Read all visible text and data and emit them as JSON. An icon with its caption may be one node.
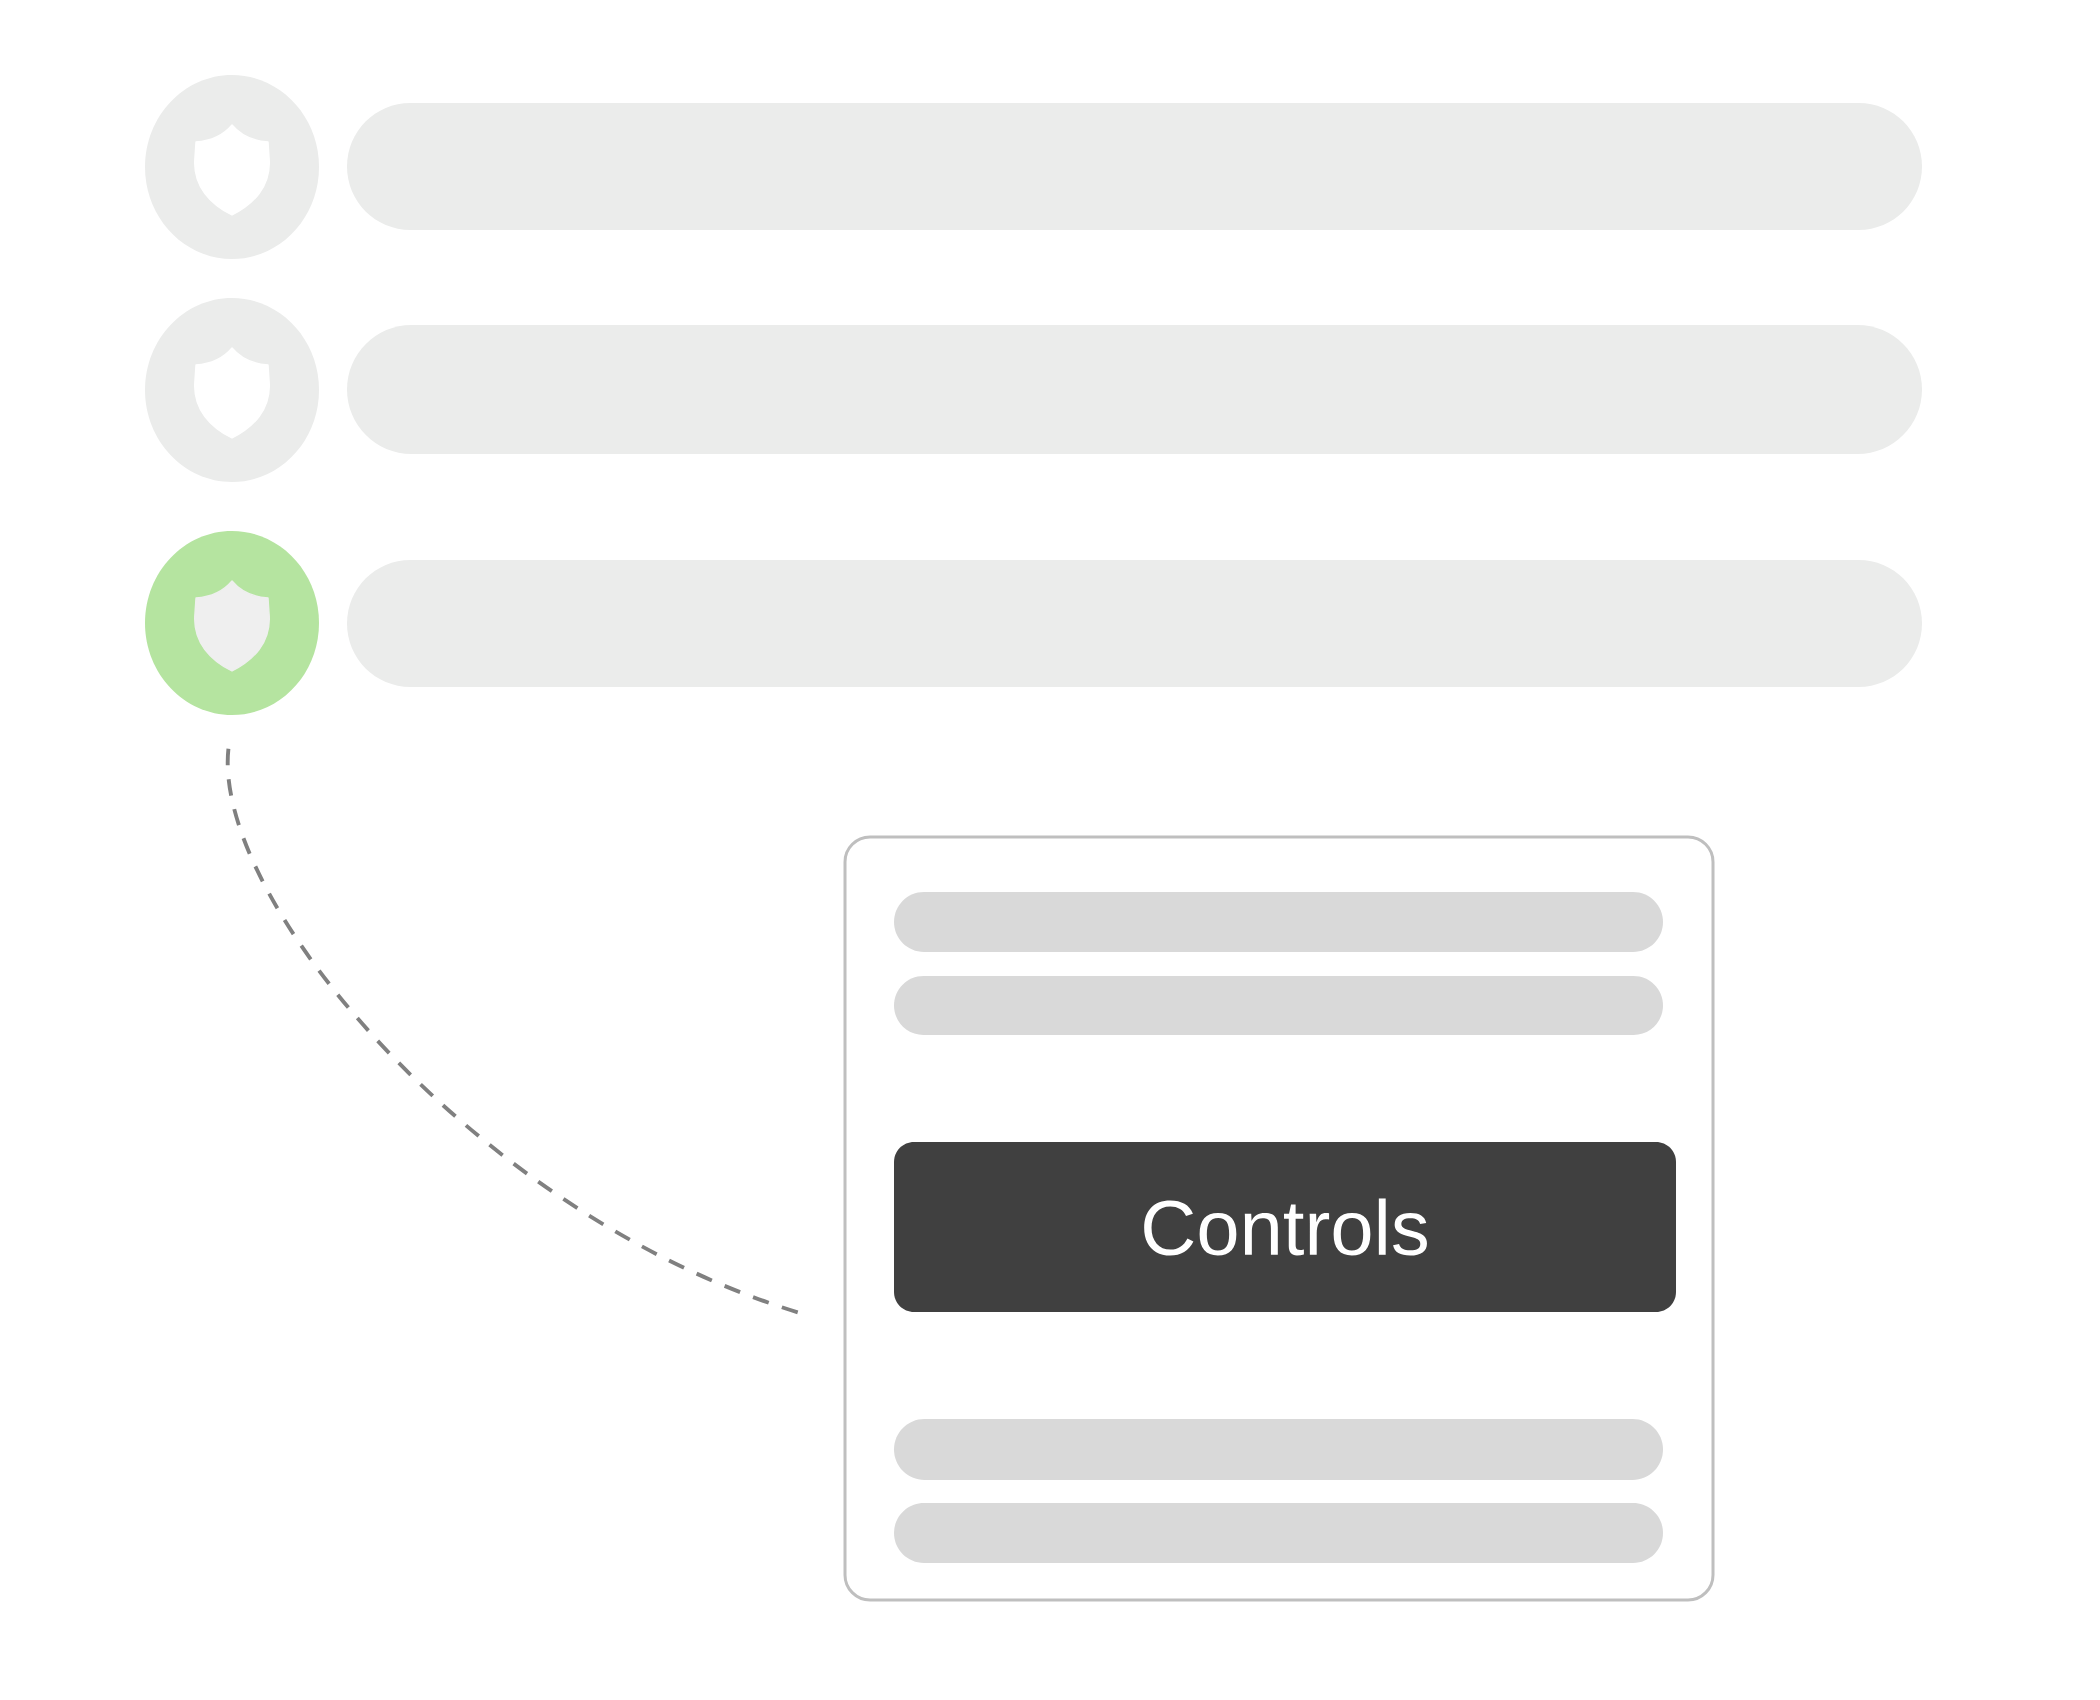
{
  "diagram": {
    "nodes": [
      {
        "text": [],
        "shape": "circle"
      },
      {
        "text": [],
        "shape": "bar"
      },
      {
        "text": [],
        "shape": "circle"
      },
      {
        "text": [],
        "shape": "bar"
      },
      {
        "text": [],
        "shape": "circle"
      },
      {
        "text": [],
        "shape": "bar"
      },
      {
        "text": [],
        "shape": "box"
      },
      {
        "text": [],
        "shape": "bar",
        "in": 6
      },
      {
        "text": [],
        "shape": "bar",
        "in": 6
      },
      {
        "text": [
          "Controls"
        ],
        "in": 6
      },
      {
        "text": [],
        "shape": "bar",
        "in": 6
      },
      {
        "text": [],
        "shape": "bar",
        "in": 6
      }
    ],
    "edges": [
      {
        "from": 4,
        "to": 6,
        "arrow": "none",
        "style": "dashed"
      }
    ]
  }
}
